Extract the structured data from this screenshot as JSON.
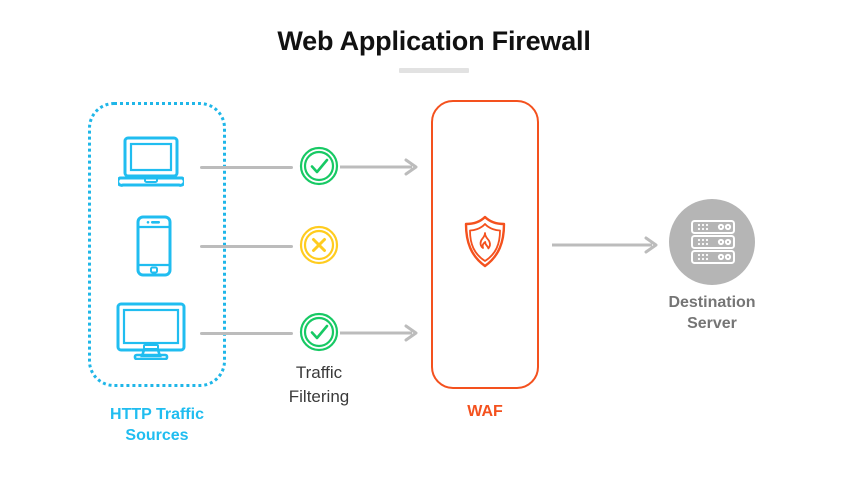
{
  "diagram": {
    "title": "Web Application Firewall",
    "colors": {
      "cyan": "#20bdf0",
      "orange": "#f4511e",
      "green": "#17c964",
      "yellow": "#ffcc1f",
      "gray_line": "#bcbcbc",
      "gray_circle": "#b5b5b5",
      "gray_text": "#757575",
      "title_rule": "#e2e2e2"
    }
  },
  "sources": {
    "label": "HTTP Traffic\nSources",
    "label_line1": "HTTP Traffic",
    "label_line2": "Sources",
    "devices": [
      {
        "name": "laptop-icon",
        "type": "laptop"
      },
      {
        "name": "mobile-phone-icon",
        "type": "phone"
      },
      {
        "name": "desktop-monitor-icon",
        "type": "desktop"
      }
    ]
  },
  "filtering": {
    "label_line1": "Traffic",
    "label_line2": "Filtering",
    "rows": [
      {
        "status": "allowed",
        "icon": "check-circle-icon",
        "forwarded": true
      },
      {
        "status": "blocked",
        "icon": "cross-circle-icon",
        "forwarded": false
      },
      {
        "status": "allowed",
        "icon": "check-circle-icon",
        "forwarded": true
      }
    ]
  },
  "waf": {
    "label": "WAF",
    "icon": "shield-flame-icon"
  },
  "destination": {
    "label_line1": "Destination",
    "label_line2": "Server",
    "icon": "server-rack-icon"
  }
}
